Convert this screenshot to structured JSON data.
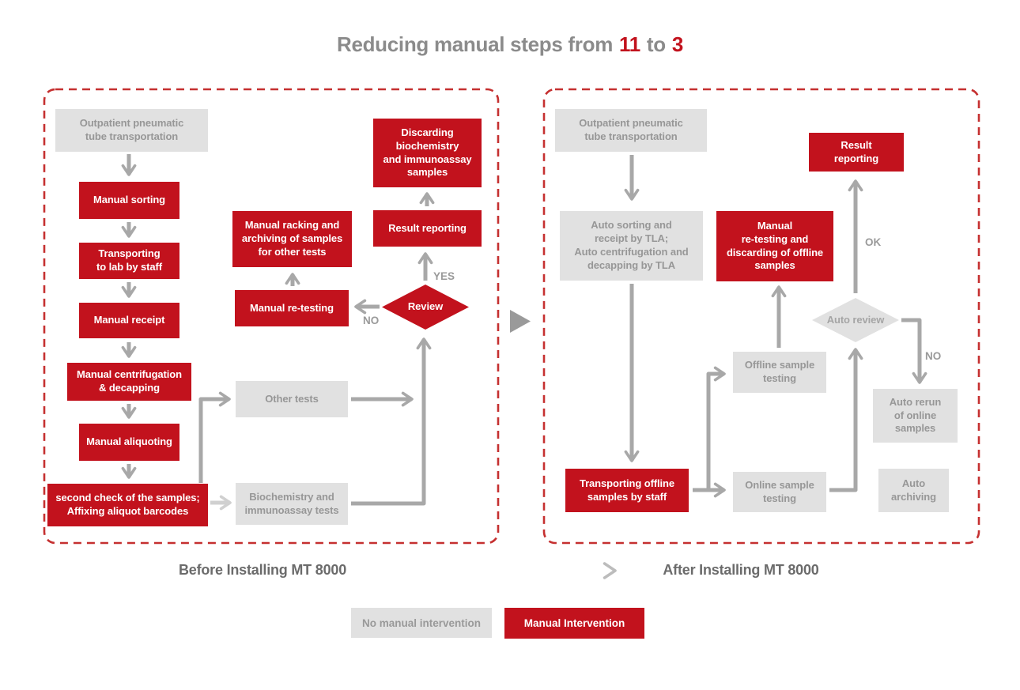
{
  "title": {
    "text_before": "Reducing manual steps from",
    "num_from": "11",
    "text_mid": "to",
    "num_to": "3"
  },
  "colors": {
    "accent_red": "#c2121d",
    "gray_box": "#e1e1e1",
    "gray_box_text": "#979797",
    "arrow_gray": "#a8a8a8",
    "arrow_light": "#d0d0d0",
    "dashed_border_red": "#c53030",
    "title_gray": "#8b8b8b"
  },
  "before": {
    "section_label": "Before Installing MT 8000",
    "nodes": {
      "outpatient": "Outpatient pneumatic\ntube transportation",
      "manual_sorting": "Manual sorting",
      "transporting_lab": "Transporting\nto lab by staff",
      "manual_receipt": "Manual receipt",
      "manual_centrifugation": "Manual centrifugation\n& decapping",
      "manual_aliquoting": "Manual aliquoting",
      "second_check": "second check of the samples;\nAffixing aliquot barcodes",
      "manual_racking": "Manual racking and\narchiving of samples\nfor other tests",
      "manual_retesting": "Manual re-testing",
      "other_tests": "Other tests",
      "biochem_tests": "Biochemistry and\nimmunoassay tests",
      "discarding": "Discarding\nbiochemistry\nand immunoassay\nsamples",
      "result_reporting": "Result reporting",
      "review": "Review"
    },
    "edge_labels": {
      "yes": "YES",
      "no": "NO"
    }
  },
  "after": {
    "section_label": "After Installing MT 8000",
    "nodes": {
      "outpatient": "Outpatient pneumatic\ntube transportation",
      "auto_sorting": "Auto sorting and\nreceipt by TLA;\nAuto centrifugation and\ndecapping by TLA",
      "transporting_offline": "Transporting offline\nsamples by staff",
      "offline_testing": "Offline sample\ntesting",
      "online_testing": "Online sample\ntesting",
      "manual_retest_discard": "Manual\nre-testing and\ndiscarding of offline\nsamples",
      "result_reporting": "Result\nreporting",
      "auto_review": "Auto review",
      "auto_rerun": "Auto rerun\nof online\nsamples",
      "auto_archiving": "Auto\narchiving"
    },
    "edge_labels": {
      "ok": "OK",
      "no": "NO"
    }
  },
  "legend": {
    "gray": "No manual intervention",
    "red": "Manual Intervention"
  }
}
